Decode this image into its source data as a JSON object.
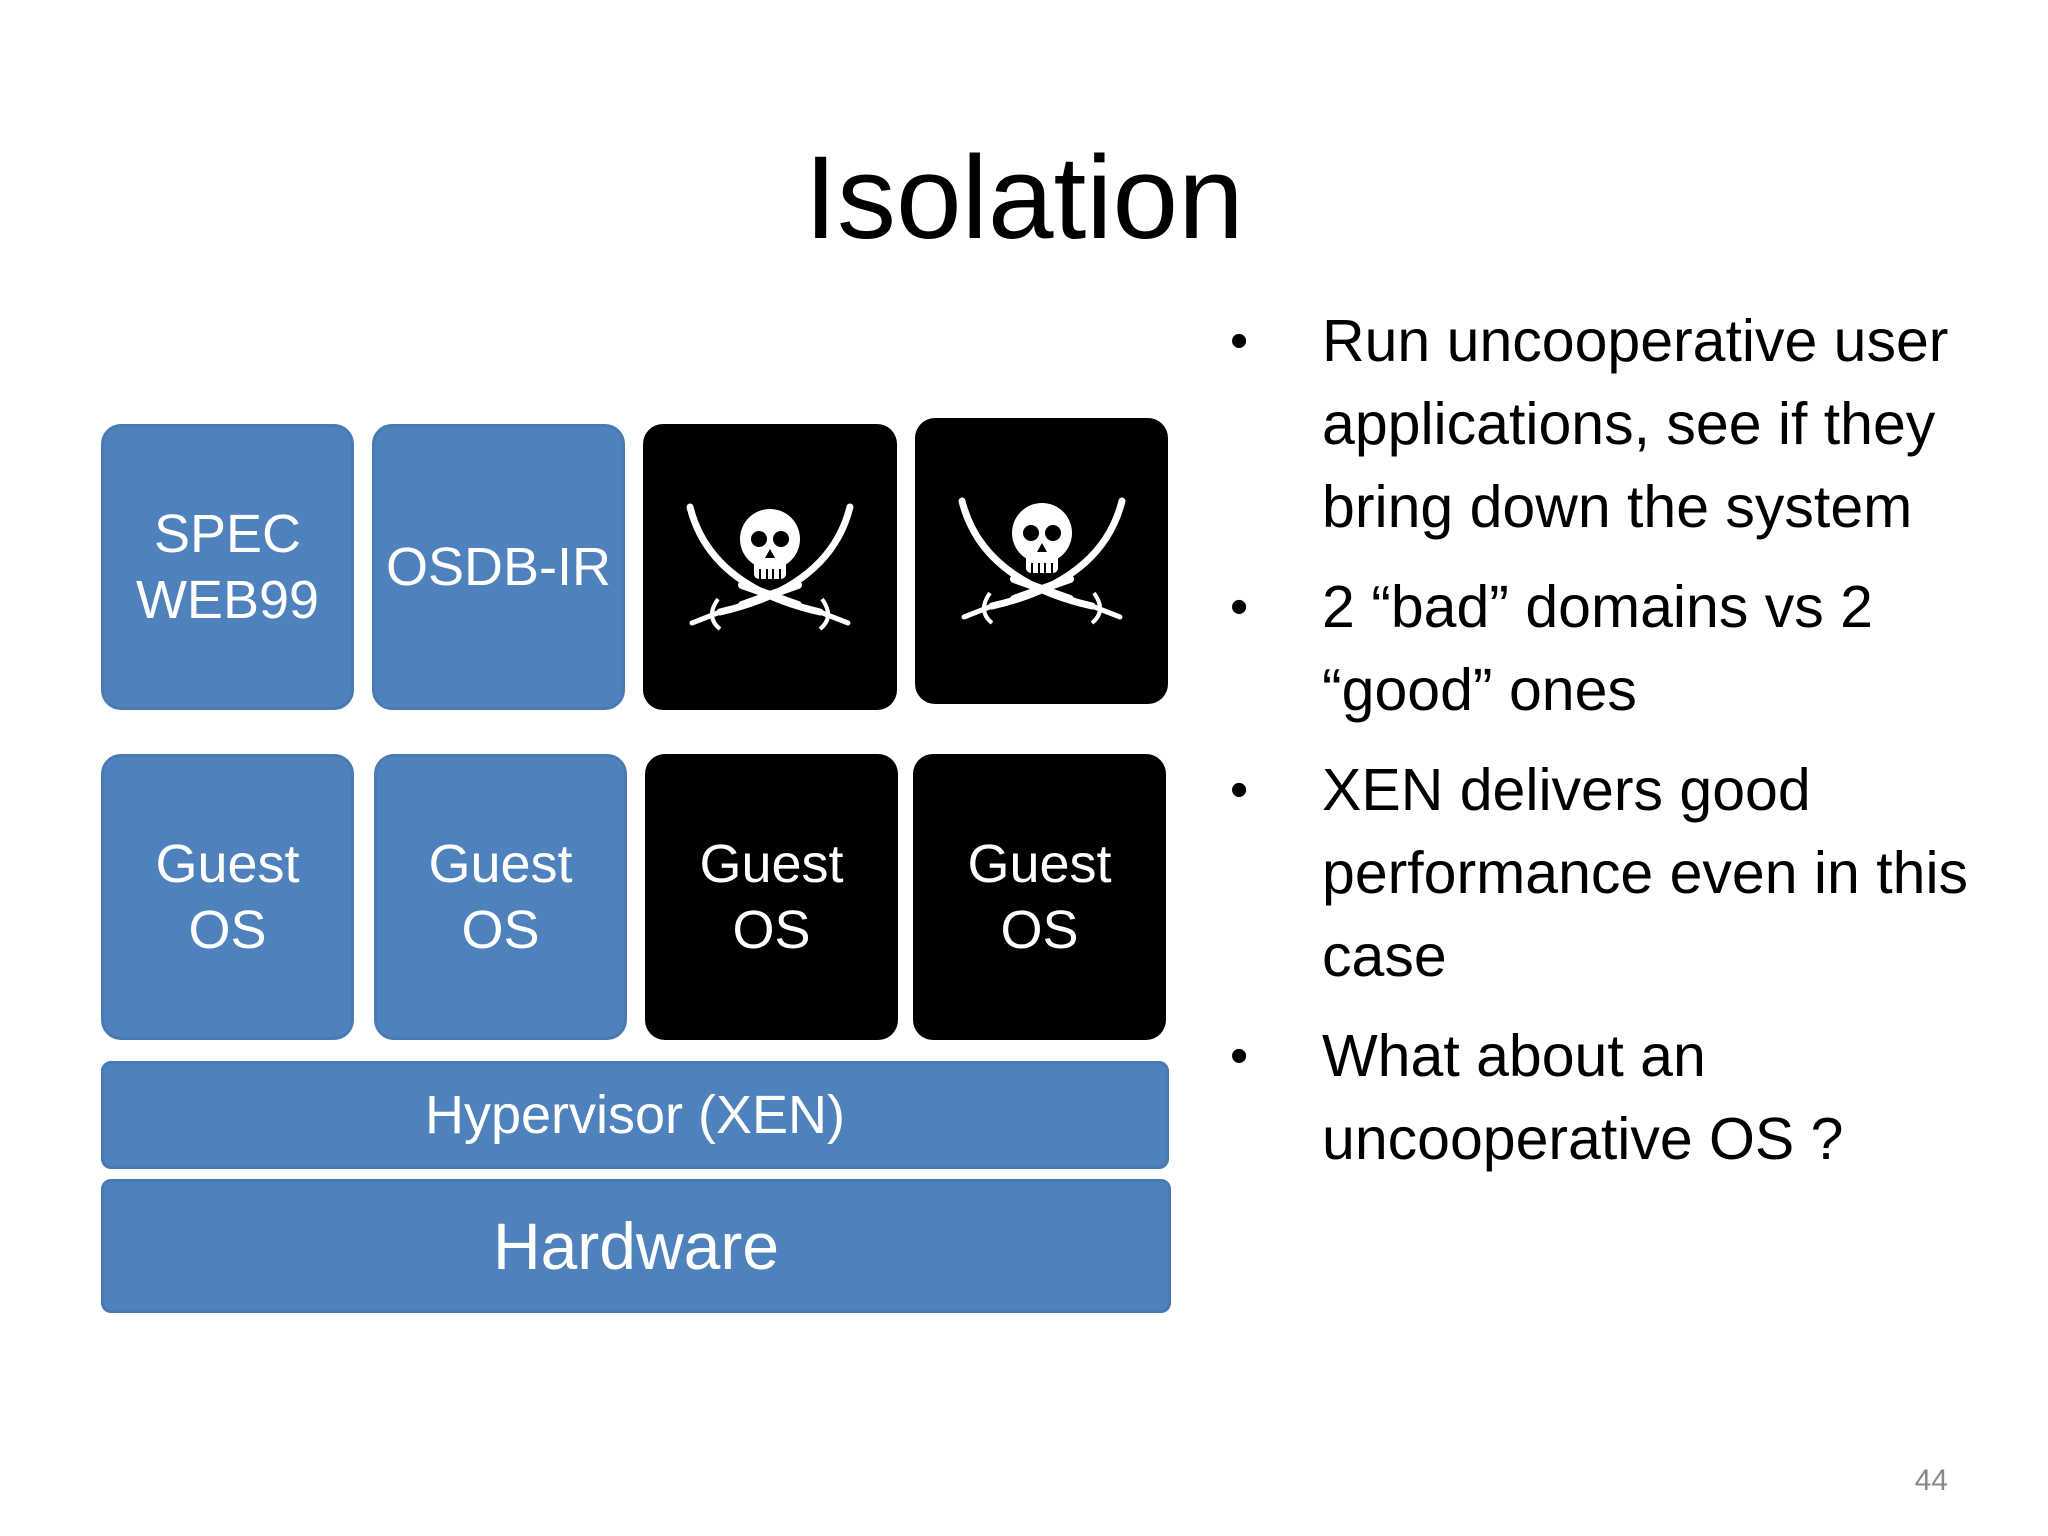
{
  "slide": {
    "title": "Isolation",
    "page_number": "44"
  },
  "diagram": {
    "app_boxes": [
      {
        "label": "SPEC\nWEB99",
        "style": "blue"
      },
      {
        "label": "OSDB-IR",
        "style": "blue"
      },
      {
        "label": "",
        "style": "black",
        "icon": "jolly-roger-icon"
      },
      {
        "label": "",
        "style": "black",
        "icon": "jolly-roger-icon"
      }
    ],
    "guest_boxes": [
      {
        "label": "Guest\nOS",
        "style": "blue"
      },
      {
        "label": "Guest\nOS",
        "style": "blue"
      },
      {
        "label": "Guest\nOS",
        "style": "black"
      },
      {
        "label": "Guest\nOS",
        "style": "black"
      }
    ],
    "hypervisor_label": "Hypervisor (XEN)",
    "hardware_label": "Hardware",
    "colors": {
      "blue": "#4f81bd",
      "black": "#000000"
    }
  },
  "bullets": [
    "Run uncooperative user applications, see if they bring down the system",
    "2 “bad” domains vs 2 “good” ones",
    "XEN delivers good performance even in this case",
    "What about an uncooperative OS ?"
  ],
  "bullet_marker": "•"
}
